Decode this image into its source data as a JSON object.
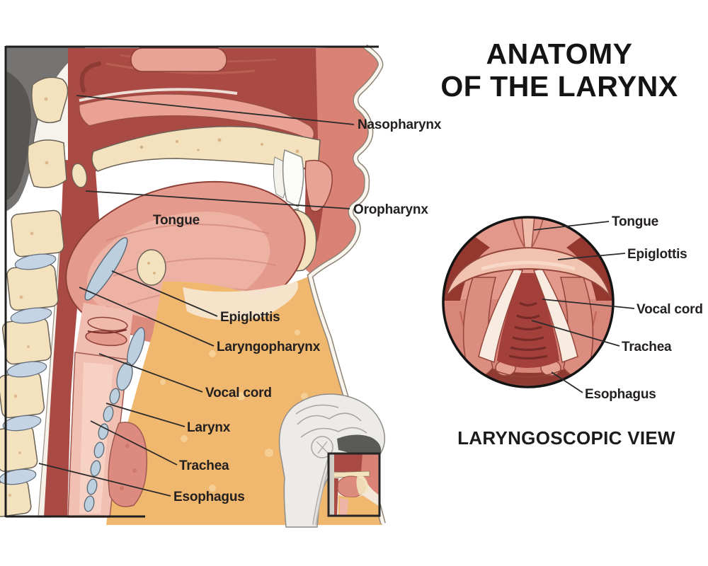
{
  "header": {
    "title_line1": "ANATOMY",
    "title_line2": "OF THE LARYNX"
  },
  "sagittal_view": {
    "description": "sagittal-head-neck-illustration",
    "labels": [
      {
        "id": "nasopharynx",
        "text": "Nasopharynx"
      },
      {
        "id": "oropharynx",
        "text": "Oropharynx"
      },
      {
        "id": "tongue",
        "text": "Tongue"
      },
      {
        "id": "epiglottis",
        "text": "Epiglottis"
      },
      {
        "id": "laryngopharynx",
        "text": "Laryngopharynx"
      },
      {
        "id": "vocal-cord",
        "text": "Vocal cord"
      },
      {
        "id": "larynx",
        "text": "Larynx"
      },
      {
        "id": "trachea",
        "text": "Trachea"
      },
      {
        "id": "esophagus",
        "text": "Esophagus"
      }
    ]
  },
  "laryngoscopic_view": {
    "caption": "LARYNGOSCOPIC VIEW",
    "labels": [
      {
        "id": "tongue",
        "text": "Tongue"
      },
      {
        "id": "epiglottis",
        "text": "Epiglottis"
      },
      {
        "id": "vocal-cord",
        "text": "Vocal cord"
      },
      {
        "id": "trachea",
        "text": "Trachea"
      },
      {
        "id": "esophagus",
        "text": "Esophagus"
      }
    ]
  },
  "palette": {
    "deep_red": "#a94b44",
    "dark_red_shadow": "#8f3a33",
    "salmon": "#d98275",
    "pink": "#e49a8c",
    "light_pink": "#efb6a8",
    "bone_cream": "#f3e2bd",
    "cartilage_blue": "#bccfdf",
    "neck_orange": "#f0b76e",
    "cord_white": "#f7ecdf",
    "frame_black": "#1f1f1f",
    "label_color": "#242020"
  }
}
